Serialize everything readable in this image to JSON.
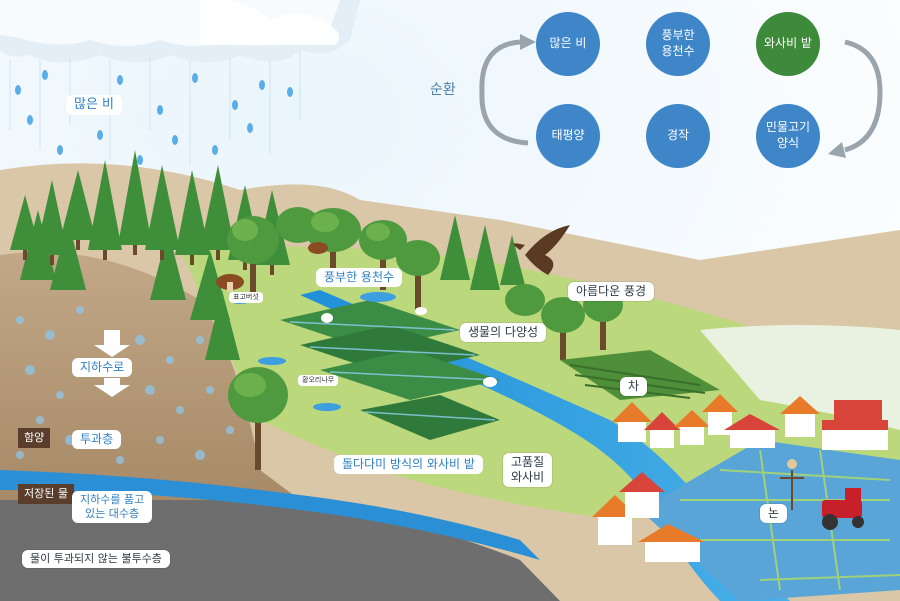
{
  "title": "",
  "cycle": {
    "label": "순환",
    "nodes": [
      "많은 비",
      "풍부한\n용천수",
      "와사비 밭",
      "민물고기\n양식",
      "경작",
      "태평양"
    ]
  },
  "labels": {
    "heavy_rain": "많은 비",
    "groundwater": "지하수로",
    "permeation": "투과층",
    "recharge": "함양",
    "stored_water": "저장된 물",
    "aquifer": "지하수를 품고\n있는 대수층",
    "impermeable": "물이 투과되지 않는 불투수층",
    "spring_water": "풍부한 용천수",
    "mushroom": "표고버섯",
    "wood_stork": "황오리나무",
    "biodiversity": "생물의 다양성",
    "beautiful_scenery": "아름다운 풍경",
    "tea": "차",
    "terraced_wasabi": "돌다다미 방식의 와사비 밭",
    "quality_wasabi": "고품질\n와사비",
    "rice_field": "논"
  },
  "colors": {
    "sky": "#cfe6f5",
    "cycle_circle": "#3f86c8",
    "cycle_highlight": "#3d8a3a",
    "soil": "#b49a7c",
    "bedrock": "#6b6b6b",
    "river": "#2b8fd6",
    "grass": "#b9d77a",
    "forest": "#3f8f3a",
    "label_dark": "#5a3e2b"
  },
  "icons": [
    "rain-cloud-icon",
    "tree-icon",
    "eagle-icon",
    "house-icon",
    "tractor-icon",
    "scarecrow-icon",
    "down-arrow-icon",
    "cycle-arrow-icon",
    "mushroom-icon"
  ]
}
